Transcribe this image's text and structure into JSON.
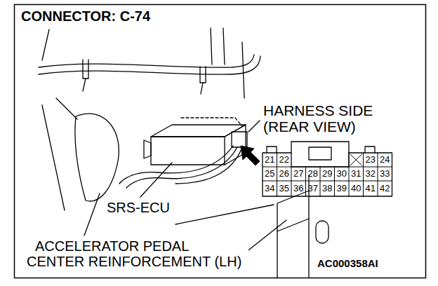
{
  "diagram": {
    "title": "CONNECTOR: C-74",
    "labels": [
      "HARNESS SIDE (REAR VIEW)",
      "21",
      "22",
      "23",
      "24",
      "25",
      "26",
      "27",
      "28",
      "29",
      "30",
      "31",
      "32",
      "33",
      "34",
      "35",
      "36",
      "37",
      "38",
      "39",
      "40",
      "41",
      "42",
      "SRS-ECU",
      "ACCELERATOR PEDAL CENTER REINFORCEMENT (LH)",
      "AC000358AI"
    ]
  }
}
